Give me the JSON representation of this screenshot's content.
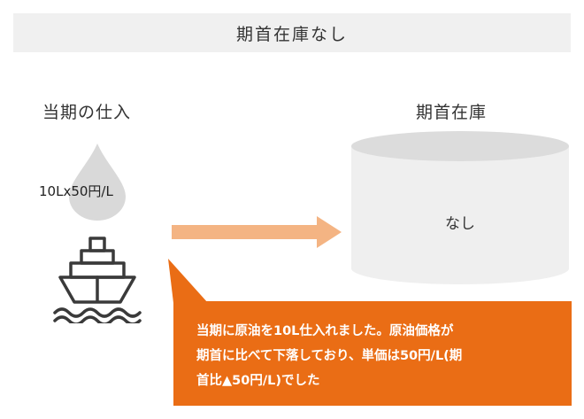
{
  "header": {
    "title": "期首在庫なし"
  },
  "purchase": {
    "label": "当期の仕入",
    "price": "10Lx50円/L",
    "drop_icon": "oil-drop-icon",
    "ship_icon": "tanker-ship-icon"
  },
  "inventory": {
    "label": "期首在庫",
    "content": "なし",
    "tank_icon": "storage-tank-icon"
  },
  "callout": {
    "lines": [
      "当期に原油を10L仕入れました。原油価格が",
      "期首に比べて下落しており、単価は50円/L(期",
      "首比▲50円/L)でした"
    ]
  },
  "colors": {
    "accent": "#ea6d15",
    "arrow": "#f4b483",
    "title_bg": "#f0f0f0",
    "drop": "#d9d9d9",
    "tank": "#efefef"
  }
}
